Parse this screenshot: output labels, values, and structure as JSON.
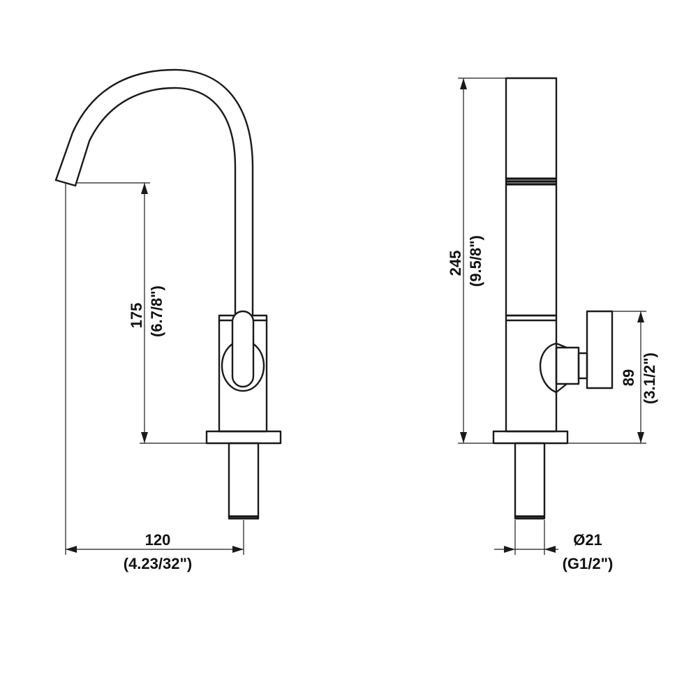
{
  "drawing": {
    "front_view": {
      "height_dim": {
        "value": "175",
        "imperial": "(6.7/8\")"
      },
      "reach_dim": {
        "value": "120",
        "imperial": "(4.23/32\")"
      }
    },
    "side_view": {
      "height_dim": {
        "value": "245",
        "imperial": "(9.5/8\")"
      },
      "handle_dim": {
        "value": "89",
        "imperial": "(3.1/2\")"
      },
      "shank_dim": {
        "value": "Ø21",
        "imperial": "(G1/2\")"
      }
    }
  }
}
